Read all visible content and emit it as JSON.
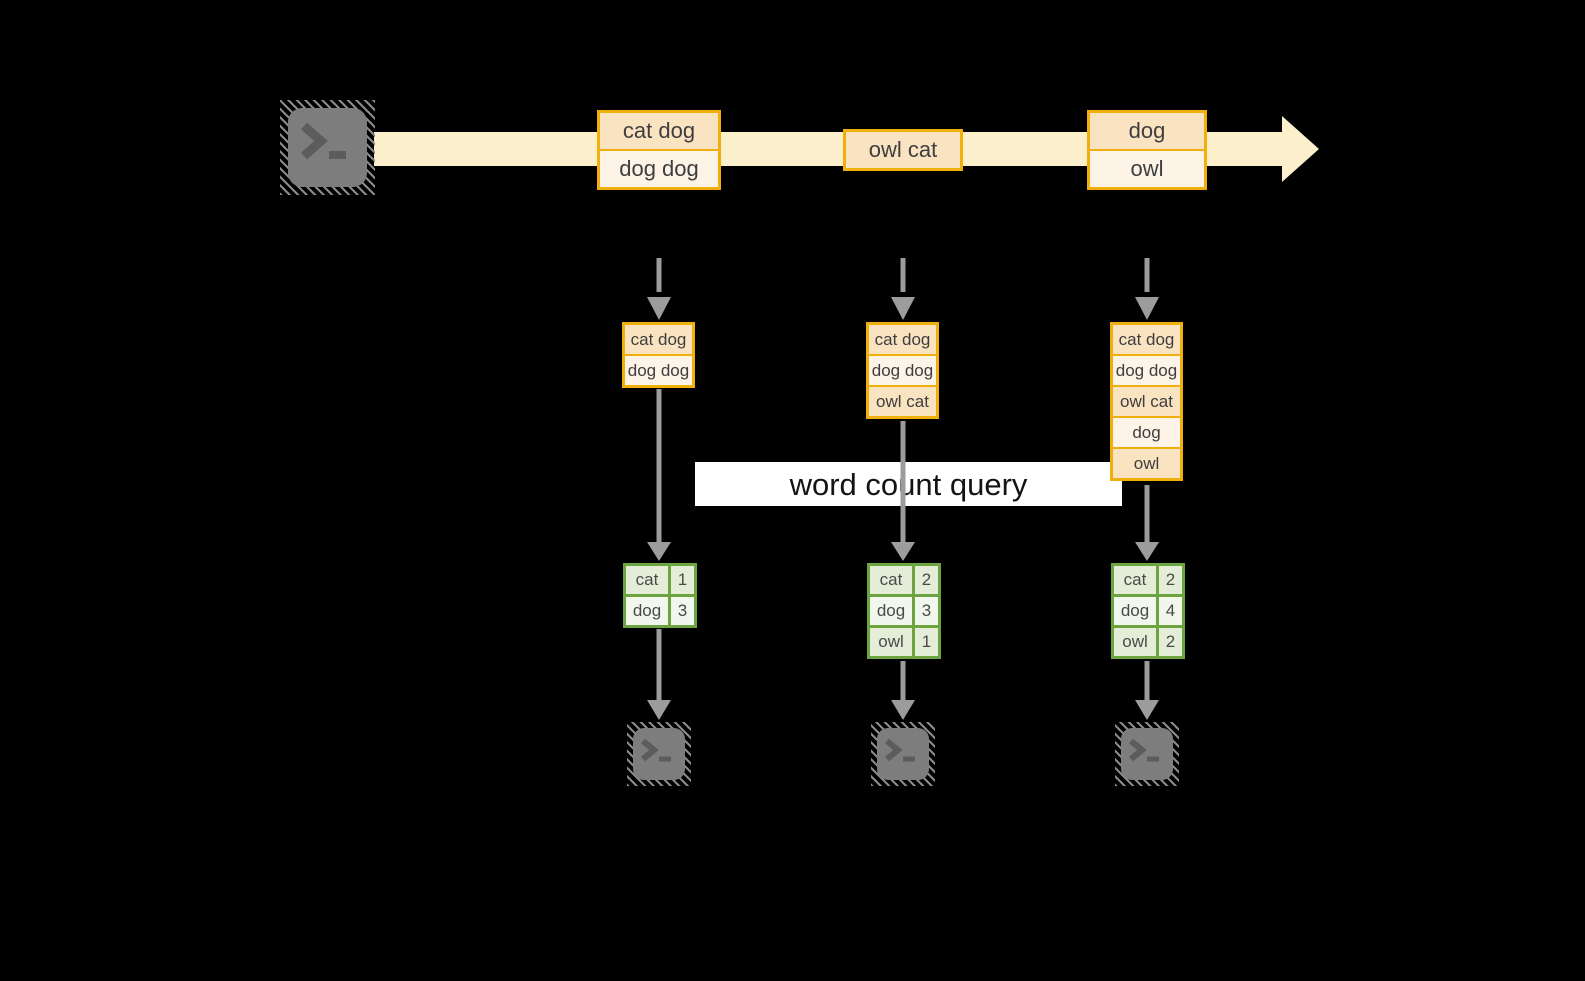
{
  "query": {
    "label": "word count query"
  },
  "timeline": {
    "batches": [
      {
        "cells": [
          "cat dog",
          "dog dog"
        ]
      },
      {
        "cells": [
          "owl cat"
        ]
      },
      {
        "cells": [
          "dog",
          "owl"
        ]
      }
    ]
  },
  "columns": [
    {
      "stack": [
        "cat dog",
        "dog dog"
      ],
      "table": [
        [
          "cat",
          "1"
        ],
        [
          "dog",
          "3"
        ]
      ]
    },
    {
      "stack": [
        "cat dog",
        "dog dog",
        "owl cat"
      ],
      "table": [
        [
          "cat",
          "2"
        ],
        [
          "dog",
          "3"
        ],
        [
          "owl",
          "1"
        ]
      ]
    },
    {
      "stack": [
        "cat dog",
        "dog dog",
        "owl cat",
        "dog",
        "owl"
      ],
      "table": [
        [
          "cat",
          "2"
        ],
        [
          "dog",
          "4"
        ],
        [
          "owl",
          "2"
        ]
      ]
    }
  ],
  "icons": {
    "source": "terminal-icon",
    "sinks": [
      "terminal-icon",
      "terminal-icon",
      "terminal-icon"
    ]
  },
  "colors": {
    "background": "#000000",
    "stream_band": "#FBF0CB",
    "box_border": "#F1AF0C",
    "box_fill_dark": "#FAE3C1",
    "box_fill_light": "#FDF3E6",
    "table_border": "#6CA440",
    "table_fill_dark": "#E4EDD7",
    "table_fill_light": "#F2F7ED",
    "arrow_gray": "#9C9C9C",
    "terminal_gray": "#7D7D7D",
    "query_band": "#FFFFFF"
  }
}
